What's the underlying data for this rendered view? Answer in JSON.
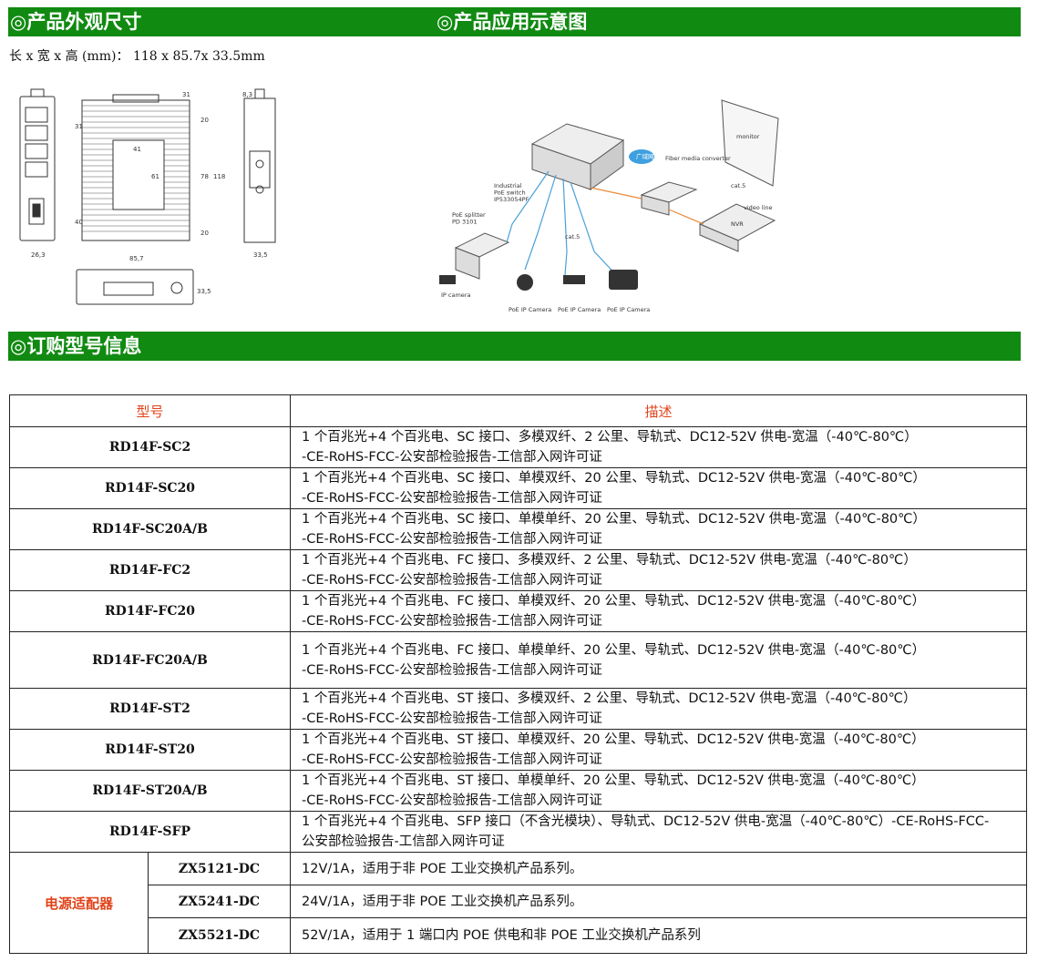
{
  "headers": {
    "dimensions": "◎产品外观尺寸",
    "application": "◎产品应用示意图",
    "ordering": "◎订购型号信息"
  },
  "dimensions_text": "长 x 宽 x 高 (mm)： 118 x 85.7x 33.5mm",
  "drawing_labels": {
    "d31": "31",
    "d41": "41",
    "d61": "61",
    "d20a": "20",
    "d78": "78",
    "d118": "118",
    "d20b": "20",
    "d31b": "31",
    "d40": "40",
    "d263": "26,3",
    "d83": "8,3",
    "d335": "33,5",
    "d857": "85,7",
    "d335b": "33,5"
  },
  "diagram_labels": {
    "switch": "Industrial\nPoE switch\nIP533054PF",
    "splitter": "PoE splitter\nPD 3101",
    "cat5a": "cat.5",
    "cat5b": "cat.5",
    "converter": "Fiber media converter",
    "monitor": "monitor",
    "video": "video line",
    "nvr": "NVR",
    "cam1": "IP camera",
    "cam2": "PoE IP Camera",
    "cam3": "PoE IP Camera",
    "cam4": "PoE IP Camera",
    "cloud": "广域网"
  },
  "table": {
    "col_model": "型号",
    "col_desc": "描述",
    "rows": [
      {
        "model": "RD14F-SC2",
        "desc1": "1 个百兆光+4 个百兆电、SC 接口、多模双纤、2 公里、导轨式、DC12-52V 供电-宽温（-40℃-80℃）",
        "desc2": "-CE-RoHS-FCC-公安部检验报告-工信部入网许可证"
      },
      {
        "model": "RD14F-SC20",
        "desc1": "1 个百兆光+4 个百兆电、SC 接口、单模双纤、20 公里、导轨式、DC12-52V 供电-宽温（-40℃-80℃）",
        "desc2": "-CE-RoHS-FCC-公安部检验报告-工信部入网许可证"
      },
      {
        "model": "RD14F-SC20A/B",
        "desc1": "1 个百兆光+4 个百兆电、SC 接口、单模单纤、20 公里、导轨式、DC12-52V 供电-宽温（-40℃-80℃）",
        "desc2": "-CE-RoHS-FCC-公安部检验报告-工信部入网许可证"
      },
      {
        "model": "RD14F-FC2",
        "desc1": "1 个百兆光+4 个百兆电、FC 接口、多模双纤、2 公里、导轨式、DC12-52V 供电-宽温（-40℃-80℃）",
        "desc2": "-CE-RoHS-FCC-公安部检验报告-工信部入网许可证"
      },
      {
        "model": "RD14F-FC20",
        "desc1": "1 个百兆光+4 个百兆电、FC 接口、单模双纤、20 公里、导轨式、DC12-52V 供电-宽温（-40℃-80℃）",
        "desc2": "-CE-RoHS-FCC-公安部检验报告-工信部入网许可证"
      },
      {
        "model": "RD14F-FC20A/B",
        "desc1": "1 个百兆光+4 个百兆电、FC 接口、单模单纤、20 公里、导轨式、DC12-52V 供电-宽温（-40℃-80℃）",
        "desc2": "-CE-RoHS-FCC-公安部检验报告-工信部入网许可证"
      },
      {
        "model": "RD14F-ST2",
        "desc1": "1 个百兆光+4 个百兆电、ST 接口、多模双纤、2 公里、导轨式、DC12-52V 供电-宽温（-40℃-80℃）",
        "desc2": "-CE-RoHS-FCC-公安部检验报告-工信部入网许可证"
      },
      {
        "model": "RD14F-ST20",
        "desc1": "1 个百兆光+4 个百兆电、ST 接口、单模双纤、20 公里、导轨式、DC12-52V 供电-宽温（-40℃-80℃）",
        "desc2": "-CE-RoHS-FCC-公安部检验报告-工信部入网许可证"
      },
      {
        "model": "RD14F-ST20A/B",
        "desc1": "1 个百兆光+4 个百兆电、ST 接口、单模单纤、20 公里、导轨式、DC12-52V 供电-宽温（-40℃-80℃）",
        "desc2": "-CE-RoHS-FCC-公安部检验报告-工信部入网许可证"
      },
      {
        "model": "RD14F-SFP",
        "desc1": "1 个百兆光+4 个百兆电、SFP 接口（不含光模块）、导轨式、DC12-52V 供电-宽温（-40℃-80℃）-CE-RoHS-FCC-",
        "desc2": "公安部检验报告-工信部入网许可证"
      }
    ],
    "adapter_label": "电源适配器",
    "adapters": [
      {
        "model": "ZX5121-DC",
        "desc": "12V/1A，适用于非 POE 工业交换机产品系列。"
      },
      {
        "model": "ZX5241-DC",
        "desc": "24V/1A，适用于非 POE 工业交换机产品系列。"
      },
      {
        "model": "ZX5521-DC",
        "desc": "52V/1A，适用于 1 端口内 POE 供电和非 POE 工业交换机产品系列"
      }
    ]
  },
  "colors": {
    "green": "#118a12",
    "orange": "#e0431a"
  }
}
